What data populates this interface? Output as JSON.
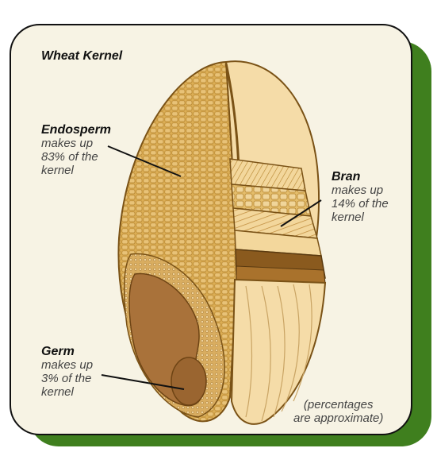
{
  "title": "Wheat Kernel",
  "labels": {
    "endosperm": {
      "name": "Endosperm",
      "desc": "makes up\n83% of the\nkernel"
    },
    "bran": {
      "name": "Bran",
      "desc": "makes up\n14% of the\nkernel"
    },
    "germ": {
      "name": "Germ",
      "desc": "makes up\n3% of the\nkernel"
    }
  },
  "note": {
    "line1": "(percentages",
    "line2": "are approximate)"
  },
  "colors": {
    "endosperm": "#dcae55",
    "bran_light": "#f5dca8",
    "bran_dark": "#8a5a1e",
    "germ": "#a9723a",
    "frame_shadow": "#3f7f1e"
  }
}
